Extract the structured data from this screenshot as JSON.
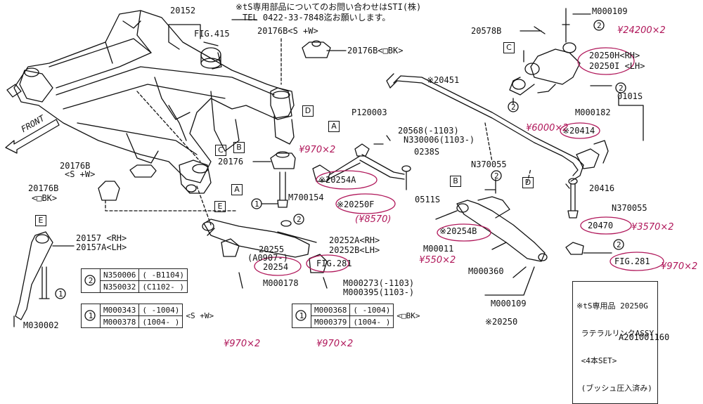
{
  "header_note": {
    "line1": "※tS専用部品についてのお問い合わせはSTI(株)",
    "line2": "TEL 0422-33-7848迄お願いします。"
  },
  "part_labels": {
    "p20152": "20152",
    "fig415": "FIG.415",
    "p20176b_sw_top": "20176B<S +W>",
    "p20176b_obk_top": "20176B<□BK>",
    "m000109_top": "M000109",
    "p20578b": "20578B",
    "p20250h": "20250H<RH>",
    "p20250i": "20250I <LH>",
    "p20451": "※20451",
    "p0101s": "0101S",
    "m000182": "M000182",
    "p120003": "P120003",
    "p20568": "20568(-1103)",
    "n330006": "N330006(1103-)",
    "p0238s": "0238S",
    "p20414": "※20414",
    "n370055_a": "N370055",
    "p20416": "20416",
    "p20176": "20176",
    "p20254a": "※20254A",
    "p20250f": "※20250F",
    "m700154": "M700154",
    "p0511s": "0511S",
    "n370055_b": "N370055",
    "p20470": "20470",
    "p20176b_sw_left": "20176B",
    "p20176b_sw_left2": "<S +W>",
    "p20176b_obk_left": "20176B",
    "p20176b_obk_left2": "<□BK>",
    "front": "FRONT",
    "p20254b": "※20254B",
    "m00011": "M00011",
    "m000360": "M000360",
    "p20157": "20157 <RH>",
    "p20157a": "20157A<LH>",
    "p20255": "20255",
    "a0907": "(A0907-)",
    "p20254": "20254",
    "m000178": "M000178",
    "p20252a": "20252A<RH>",
    "p20252b": "20252B<LH>",
    "fig281_a": "FIG.281",
    "m000273": "M000273(-1103)",
    "m000395": "M000395(1103-)",
    "fig281_b": "FIG.281",
    "m000109_bot": "M000109",
    "p20250": "※20250",
    "m030002": "M030002",
    "figure_code": "A201001160"
  },
  "ref_letters": [
    "C",
    "D",
    "A",
    "B",
    "E",
    "A",
    "B",
    "C",
    "D",
    "E"
  ],
  "circled_refs": [
    "2",
    "1"
  ],
  "table2": {
    "marker": "2",
    "rows": [
      {
        "part": "N350006",
        "range": "( -B1104)"
      },
      {
        "part": "N350032",
        "range": "(C1102- )"
      }
    ]
  },
  "table1_left": {
    "marker": "1",
    "variant": "<S +W>",
    "rows": [
      {
        "part": "M000343",
        "range": "( -1004)"
      },
      {
        "part": "M000378",
        "range": "(1004- )"
      }
    ]
  },
  "table1_right": {
    "marker": "1",
    "variant": "<□BK>",
    "rows": [
      {
        "part": "M000368",
        "range": "( -1004)"
      },
      {
        "part": "M000379",
        "range": "(1004- )"
      }
    ]
  },
  "note_box": {
    "line1": "※tS専用品 20250G",
    "line2": " ラテラルリンクASSY",
    "line3": " <4本SET>",
    "line4": " (ブッシュ圧入済み)"
  },
  "handwritten": {
    "h1": "¥24200×2",
    "h2": "¥6000×2",
    "h3": "¥970×2",
    "h4": "(¥8570)",
    "h5": "¥3570×2",
    "h6": "¥550×2",
    "h7": "¥970×2",
    "h8": "¥970×2",
    "h9": "¥970×2"
  },
  "colors": {
    "ink": "#111111",
    "handwriting": "#b0175a"
  }
}
